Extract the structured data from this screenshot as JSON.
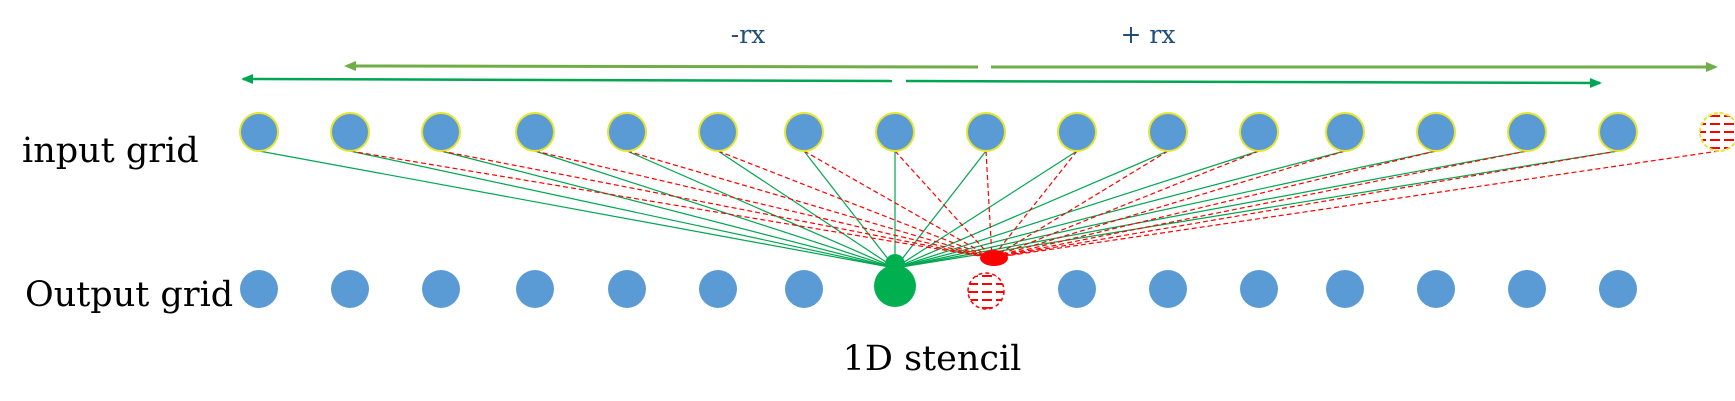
{
  "labels": {
    "input_grid": "input grid",
    "output_grid": "Output grid",
    "caption": "1D stencil",
    "minus_rx": "-rx",
    "plus_rx": "+ rx"
  },
  "input_grid": {
    "nodes": 16,
    "ghost_nodes": 1
  },
  "output_grid": {
    "nodes": 16,
    "active_index": 7,
    "next_index": 8
  },
  "stencil": {
    "radius": 8
  },
  "colors": {
    "node_fill": "#5b9bd5",
    "node_outline": "#e6e62e",
    "active_node": "#00b050",
    "next_node": "#ff0000",
    "arrow_green": "#00a651",
    "arrow_olive": "#70ad47",
    "rx_text": "#1f4e79"
  }
}
